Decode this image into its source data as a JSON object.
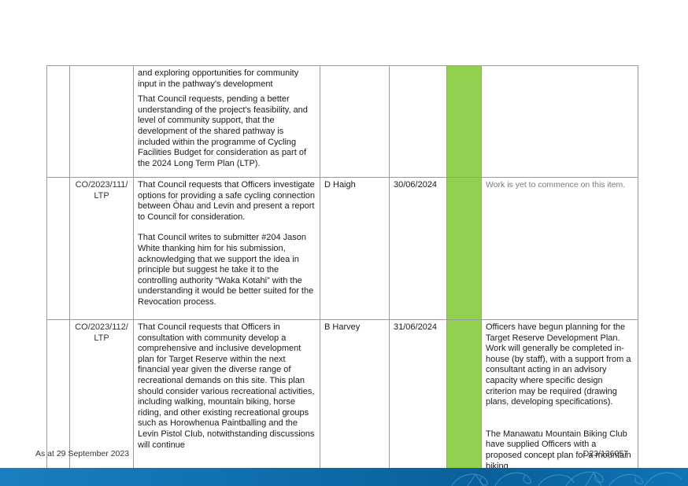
{
  "rows": [
    {
      "ref": "",
      "resolution": [
        "and exploring opportunities for community input in the pathway's development",
        "That Council requests, pending a better understanding of the project's feasibility, and level of community support, that the development of the shared pathway is included within the programme of Cycling Facilities Budget for consideration as part of the 2024 Long Term Plan (LTP)."
      ],
      "officer": "",
      "due_date": "",
      "comments": []
    },
    {
      "ref": "CO/2023/111/ LTP",
      "resolution": [
        "That Council requests that Officers investigate options for providing a safe cycling connection between Ōhau and Levin and present a report to Council for consideration.",
        "That Council writes to submitter #204 Jason White thanking him for his submission, acknowledging that we support the idea in principle but suggest he take it to the controlling authority “Waka Kotahi” with the understanding it would be better suited for the Revocation process."
      ],
      "officer": "D Haigh",
      "due_date": "30/06/2024",
      "comments": [
        "Work is yet to commence on this item."
      ]
    },
    {
      "ref": "CO/2023/112/ LTP",
      "resolution": [
        "That Council requests that Officers in consultation with community develop a comprehensive and inclusive development plan for Target Reserve within the next financial year given the diverse range of recreational demands on this site. This plan should consider various recreational activities, including walking, mountain biking, horse riding, and other existing recreational groups such as Horowhenua Paintballing and the Levin Pistol Club, notwithstanding discussions will continue"
      ],
      "officer": "B Harvey",
      "due_date": "31/06/2024",
      "comments": [
        "Officers have begun planning for the Target Reserve Development Plan. Work will generally be completed in-house (by staff), with a support from a consultant acting in an advisory capacity where specific design criterion may be required (drawing plans, developing specifications).",
        "The Manawatu Mountain Biking Club have supplied Officers with a proposed concept plan for a mountain biking"
      ]
    }
  ],
  "status_color": "#92d050",
  "footer": {
    "as_at": "As at 29 September 2023",
    "doc_ref": "D23/136057"
  }
}
